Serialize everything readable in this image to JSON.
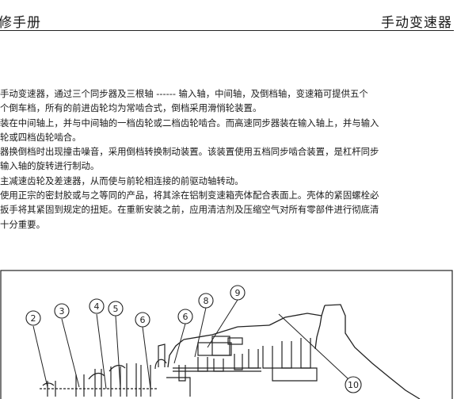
{
  "header": {
    "left": "修手册",
    "right": "手动变速器"
  },
  "body_lines": [
    "手动变速器，通过三个同步器及三根轴 ------ 输入轴，中间轴，及倒档轴，变速箱可提供五个",
    "个倒车档，所有的前进齿轮均为常啮合式，倒档采用滑悄轮装置。",
    "装在中间轴上，并与中间轴的一档齿轮或二档齿轮啮合。而高速同步器装在输入轴上，并与输入",
    "轮或四档齿轮啮合。",
    "器换倒档时出现撞击噪音，采用倒档转换制动装置。该装置使用五档同步啮合装置，是杠杆同步",
    "输入轴的旋转进行制动。",
    "主减速齿轮及差速器，从而使与前轮相连接的前驱动轴转动。",
    "使用正宗的密封胶或与之等同的产品，将其涂在铝制变速箱壳体配合表面上。壳体的紧固螺栓必",
    "扳手将其紧固到规定的扭矩。在重新安装之前，应用清洁剂及压缩空气对所有零部件进行彻底清",
    "十分重要。"
  ],
  "diagram": {
    "callouts": [
      "2",
      "3",
      "4",
      "5",
      "6",
      "6",
      "8",
      "9",
      "10"
    ]
  }
}
